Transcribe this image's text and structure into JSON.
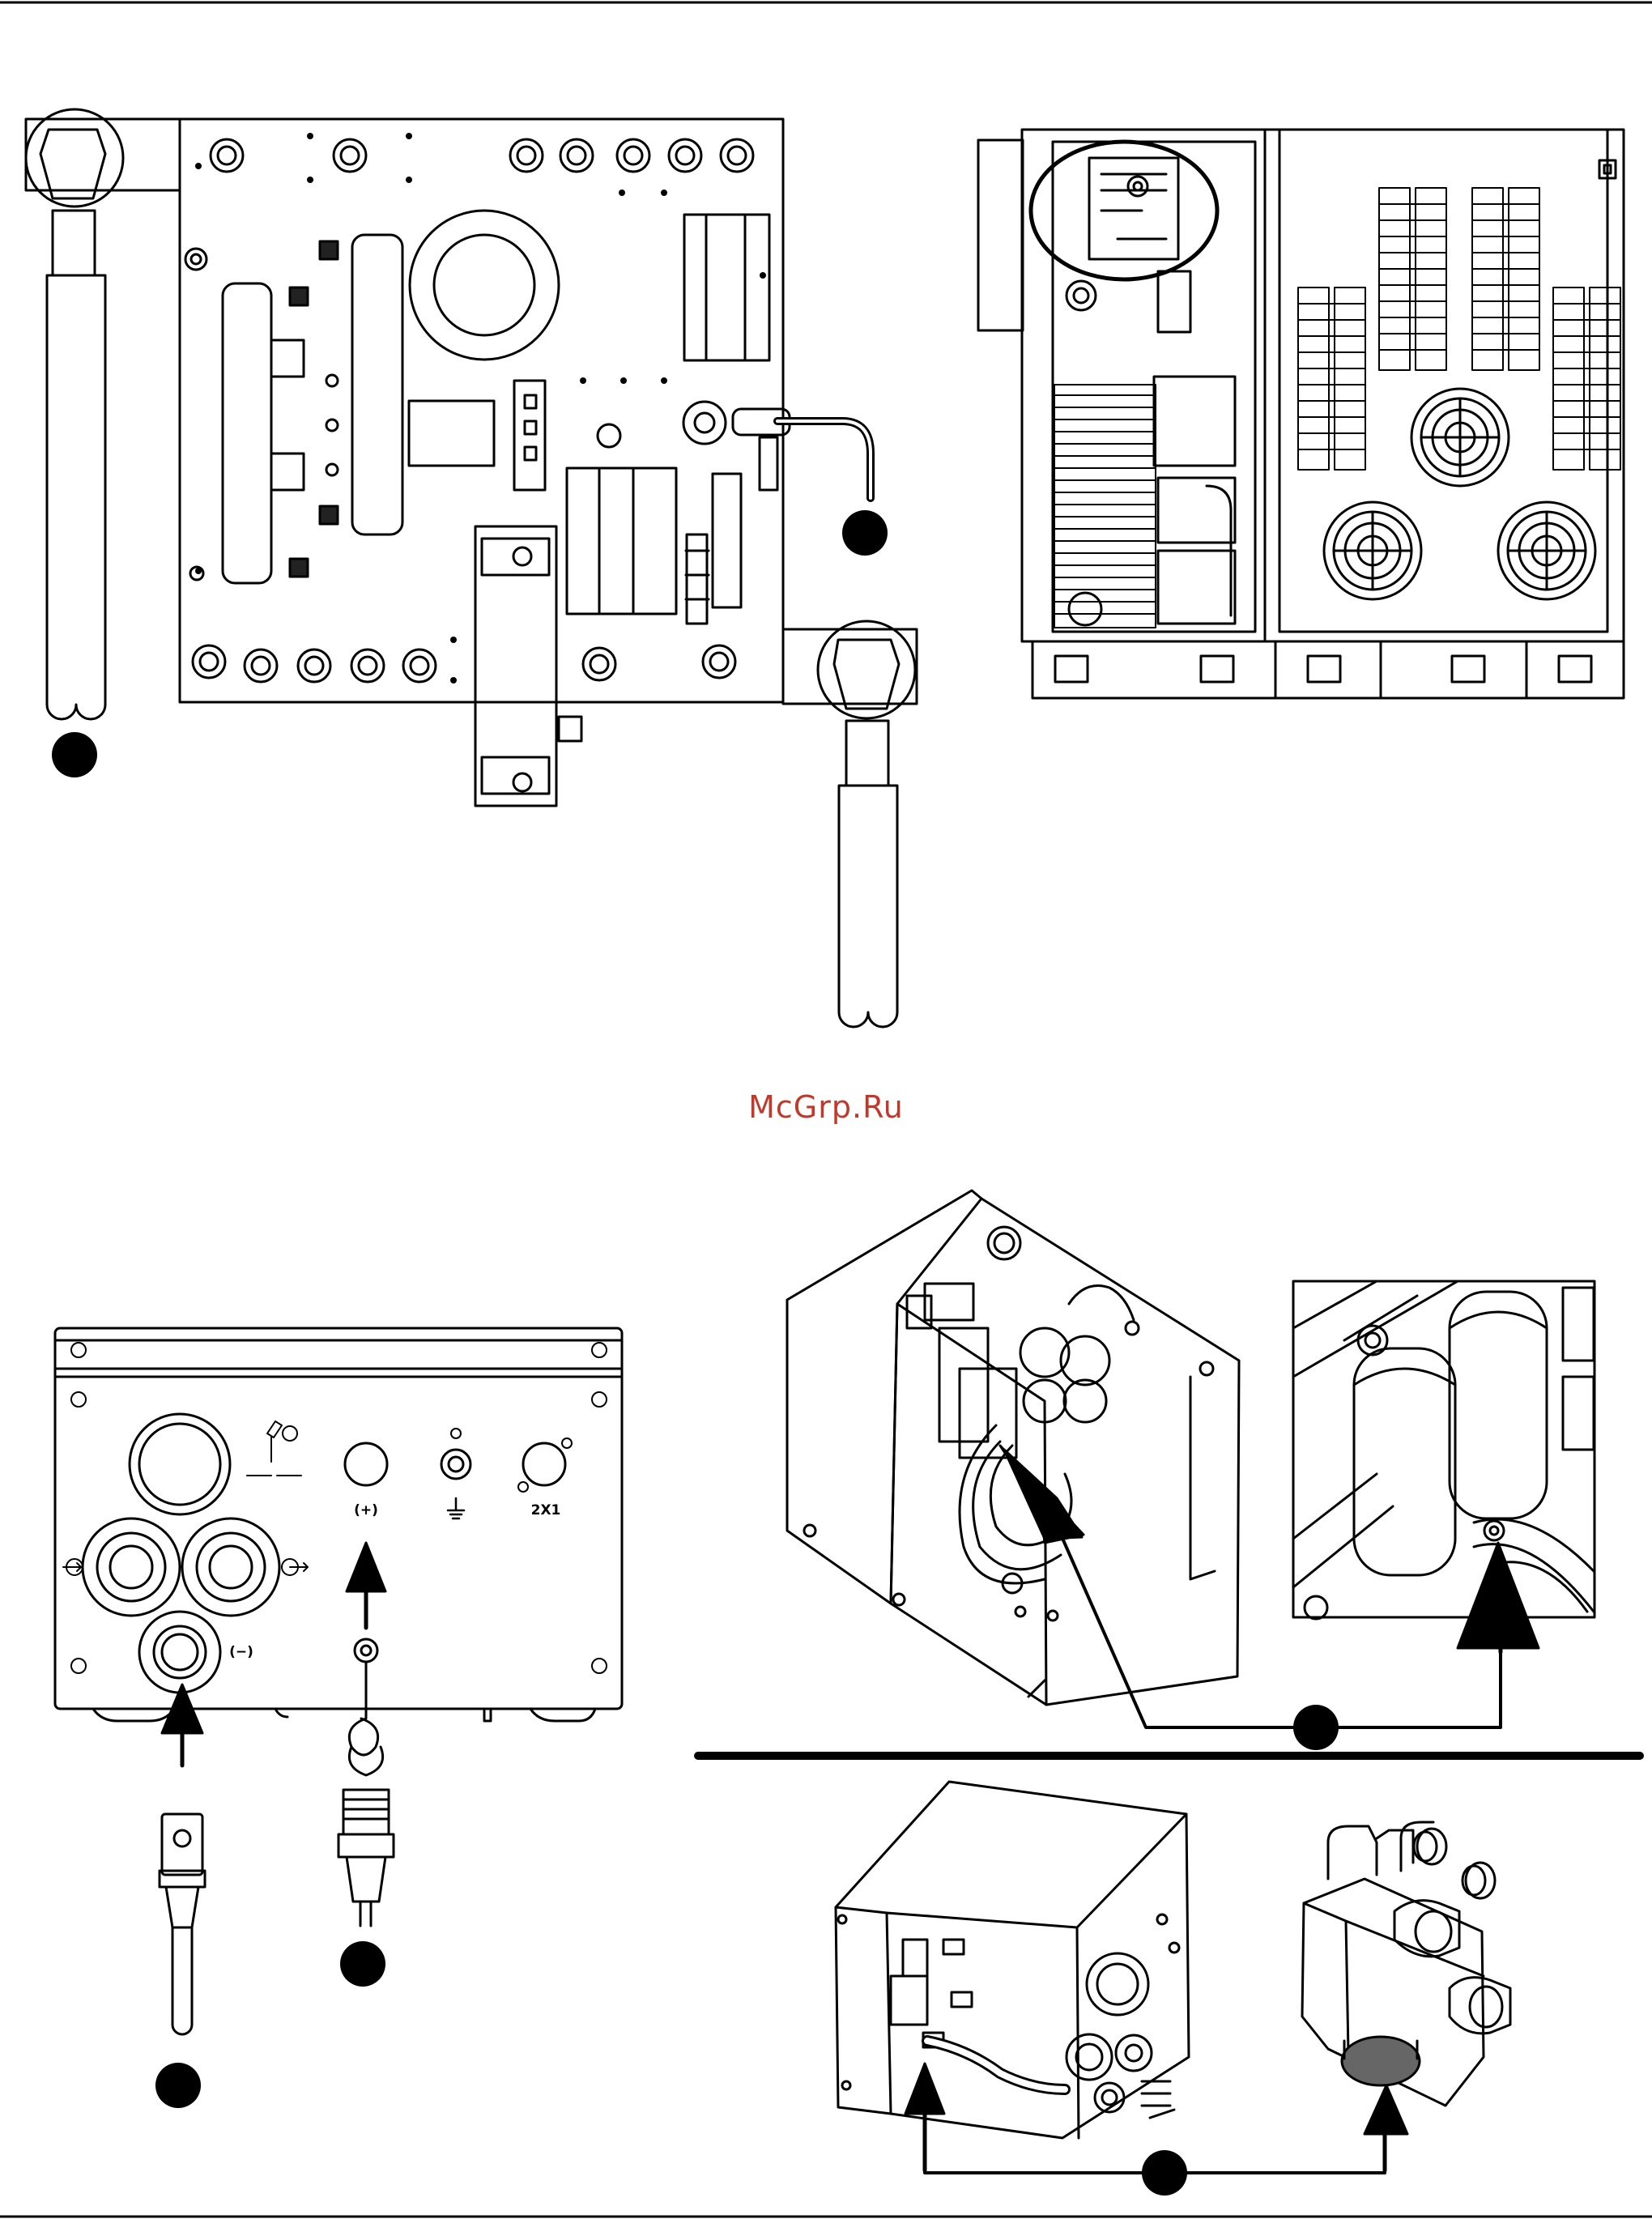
{
  "watermark": "McGrp.Ru",
  "panel_labels": {
    "plus_socket": "(+)",
    "minus_socket": "(−)",
    "connector": "2X1"
  },
  "icons": [
    "ground-icon",
    "torch-icon",
    "gas-in-icon",
    "gas-out-icon",
    "fan-icon",
    "arrow-icon",
    "callout-dot"
  ]
}
